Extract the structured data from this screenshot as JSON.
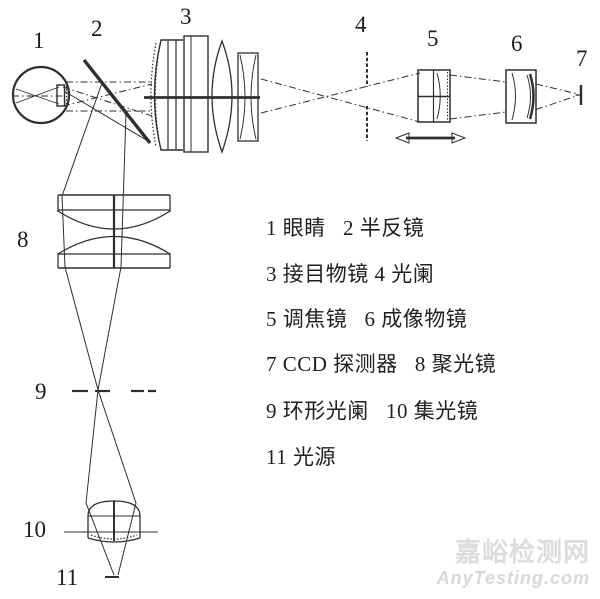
{
  "diagram": {
    "component_labels": [
      "1",
      "2",
      "3",
      "4",
      "5",
      "6",
      "7",
      "8",
      "9",
      "10",
      "11"
    ],
    "line_color": "#2f2f2f"
  },
  "legend": {
    "lines": [
      "1 眼睛   2 半反镜",
      "3 接目物镜 4 光阑",
      "5 调焦镜   6 成像物镜",
      "7 CCD 探测器   8 聚光镜",
      "9 环形光阑   10 集光镜",
      "11 光源"
    ]
  },
  "watermark": {
    "site_name": "嘉峪检测网",
    "site_domain": "AnyTesting.com",
    "color": "#dcdcdc"
  }
}
